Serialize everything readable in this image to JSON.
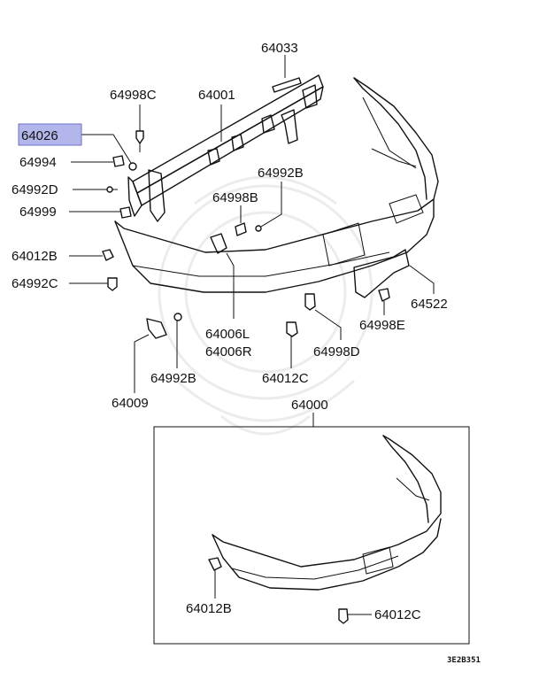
{
  "labels": {
    "p64033": "64033",
    "p64998c": "64998C",
    "p64001": "64001",
    "p64026": "64026",
    "p64994": "64994",
    "p64992d": "64992D",
    "p64999": "64999",
    "p64992b_top": "64992B",
    "p64998b": "64998B",
    "p64012b_top": "64012B",
    "p64992c": "64992C",
    "p64006l": "64006L",
    "p64006r": "64006R",
    "p64522": "64522",
    "p64998e": "64998E",
    "p64998d": "64998D",
    "p64012c_top": "64012C",
    "p64992b_bottom": "64992B",
    "p64009": "64009",
    "p64000": "64000",
    "p64012b_bottom": "64012B",
    "p64012c_bottom": "64012C"
  },
  "diagram_code": "3E2B351",
  "highlighted_part": "64026",
  "colors": {
    "highlight_fill": "#b3b6ea",
    "line": "#111111",
    "watermark": "#ececec"
  }
}
